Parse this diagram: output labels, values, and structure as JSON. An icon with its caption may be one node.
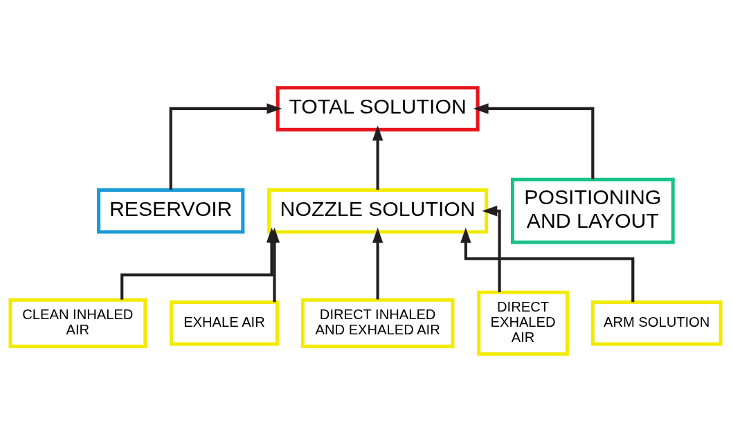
{
  "diagram": {
    "nodes": [
      {
        "text": [
          "TOTAL SOLUTION"
        ]
      },
      {
        "text": [
          "RESERVOIR"
        ]
      },
      {
        "text": [
          "NOZZLE SOLUTION"
        ]
      },
      {
        "text": [
          "POSITIONING AND LAYOUT"
        ]
      },
      {
        "text": [
          "CLEAN INHALED AIR"
        ]
      },
      {
        "text": [
          "EXHALE AIR"
        ]
      },
      {
        "text": [
          "DIRECT INHALED AND EXHALED AIR"
        ]
      },
      {
        "text": [
          "DIRECT EXHALED AIR"
        ]
      },
      {
        "text": [
          "ARM SOLUTION"
        ]
      }
    ],
    "edges": [
      {
        "from": 1,
        "to": 0,
        "arrow": "to"
      },
      {
        "from": 2,
        "to": 0,
        "arrow": "to"
      },
      {
        "from": 3,
        "to": 0,
        "arrow": "to"
      },
      {
        "from": 4,
        "to": 2,
        "arrow": "to"
      },
      {
        "from": 5,
        "to": 2,
        "arrow": "to"
      },
      {
        "from": 6,
        "to": 2,
        "arrow": "to"
      },
      {
        "from": 7,
        "to": 2,
        "arrow": "to"
      },
      {
        "from": 8,
        "to": 2,
        "arrow": "to"
      }
    ]
  }
}
